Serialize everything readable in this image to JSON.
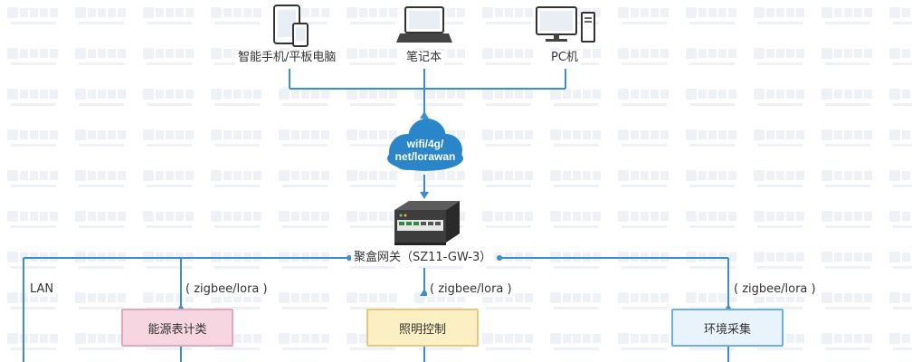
{
  "devices": {
    "tablet_label": "智能手机/平板电脑",
    "laptop_label": "笔记本",
    "pc_label": "PC机"
  },
  "cloud": {
    "line1": "wifi/4g/",
    "line2": "net/lorawan"
  },
  "gateway": {
    "label": "聚盒网关（SZ11-GW-3）"
  },
  "network": {
    "lan_label": "LAN",
    "protocol_left": "( zigbee/lora )",
    "protocol_center": "( zigbee/lora )",
    "protocol_right": "( zigbee/lora )"
  },
  "boxes": {
    "energy": "能源表计类",
    "lighting": "照明控制",
    "environment": "环境采集"
  },
  "colors": {
    "line": "#3a8fd0",
    "cloud": "#2a86c8",
    "energy_fill": "#f6d6e1",
    "energy_border": "#e3a7bb",
    "lighting_fill": "#fcefc4",
    "lighting_border": "#e6c97a",
    "env_fill": "#e8f3fb",
    "env_border": "#6bb0e0"
  }
}
